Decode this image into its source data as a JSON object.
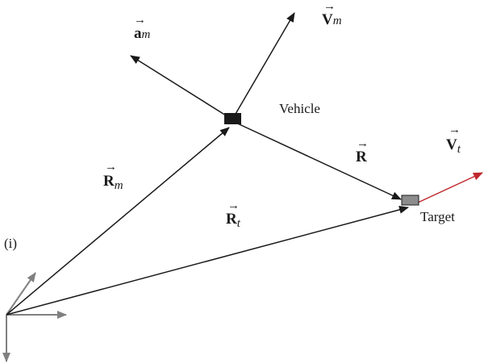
{
  "colors": {
    "vector": "#1a1a1a",
    "axis": "#808080",
    "target_velocity": "#c0282d",
    "vehicle_fill": "#1a1a1a",
    "target_fill": "#8c8c8c"
  },
  "labels": {
    "vehicle": "Vehicle",
    "target": "Target",
    "frame": "(i)",
    "am": {
      "arrow": "→",
      "main": "a",
      "sub": "m"
    },
    "vm": {
      "arrow": "→",
      "main": "V",
      "sub": "m"
    },
    "r": {
      "arrow": "→",
      "main": "R"
    },
    "rm": {
      "arrow": "→",
      "main": "R",
      "sub": "m"
    },
    "rt": {
      "arrow": "→",
      "main": "R",
      "sub": "t"
    },
    "vt": {
      "arrow": "→",
      "main": "V",
      "sub": "t"
    }
  }
}
